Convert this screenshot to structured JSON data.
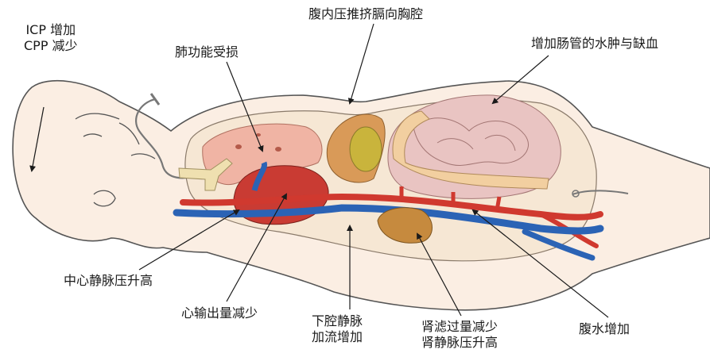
{
  "labels": {
    "icp": {
      "line1": "ICP 增加",
      "line2": "CPP 减少"
    },
    "lung": "肺功能受损",
    "diaphragm": "腹内压推挤膈向胸腔",
    "bowel": "增加肠管的水肿与缺血",
    "cvp": "中心静脉压升高",
    "cardiac_output": "心输出量减少",
    "ivc": {
      "line1": "下腔静脉",
      "line2": "加流增加"
    },
    "kidney": {
      "line1": "肾滤过量减少",
      "line2": "肾静脉压升高"
    },
    "ascites": "腹水增加"
  },
  "colors": {
    "skin": "#fbeee3",
    "outline": "#555555",
    "abdomen_fill": "#f6e7d4",
    "artery": "#d0392f",
    "vein": "#2b63b5",
    "heart": "#c93b33",
    "lung": "#f0b4a4",
    "liver": "#d99a58",
    "gallbladder": "#c9b43c",
    "intestine": "#e9c4c2",
    "colon": "#f2cfa0",
    "kidney": "#c68a3e"
  }
}
